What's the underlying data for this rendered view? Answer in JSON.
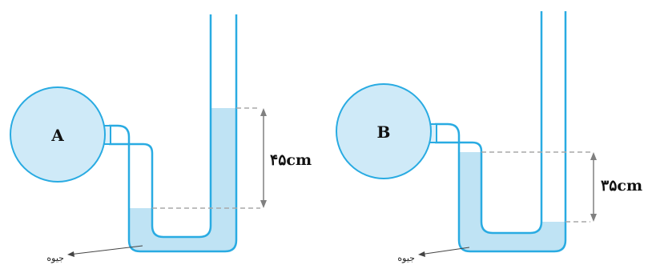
{
  "colors": {
    "tube_stroke": "#29abe2",
    "mercury_fill": "#bfe3f4",
    "bulb_fill": "#cfeaf8",
    "dashed_line": "#a8a8a8",
    "dimension_line": "#808080",
    "text": "#111111"
  },
  "manometers": [
    {
      "bulb_label": "A",
      "height_label": "۴۵cm",
      "mercury_label": "جیوه"
    },
    {
      "bulb_label": "B",
      "height_label": "۳۵cm",
      "mercury_label": "جیوه"
    }
  ]
}
